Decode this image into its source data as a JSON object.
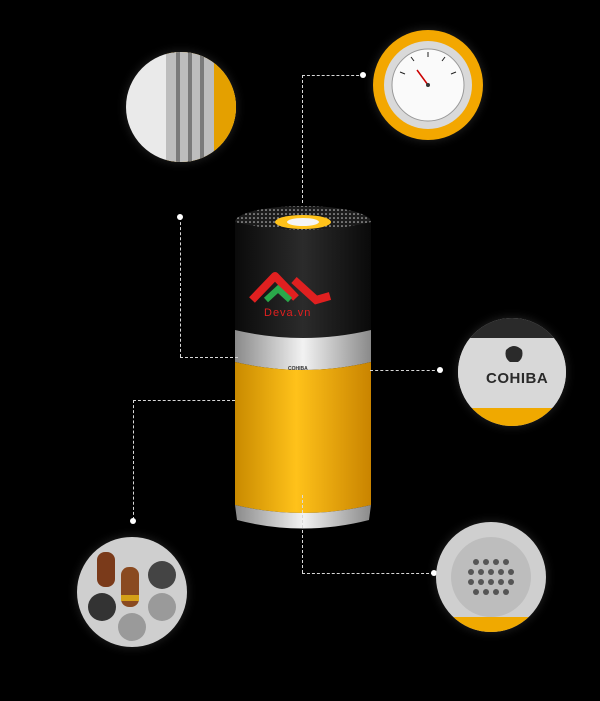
{
  "product": {
    "brand_watermark": "Deva.vn",
    "cap_label": "COHIBA",
    "detail_label": "COHIBA"
  },
  "colors": {
    "background": "#000000",
    "yellow": "#f0a900",
    "cap_black": "#1a1a1a",
    "silver": "#c8c8c8",
    "watermark_red": "#e02020",
    "watermark_green": "#2aa84a"
  },
  "icons": {
    "hygrometer": "hygrometer-icon",
    "skull_logo": "skull-logo-icon"
  }
}
